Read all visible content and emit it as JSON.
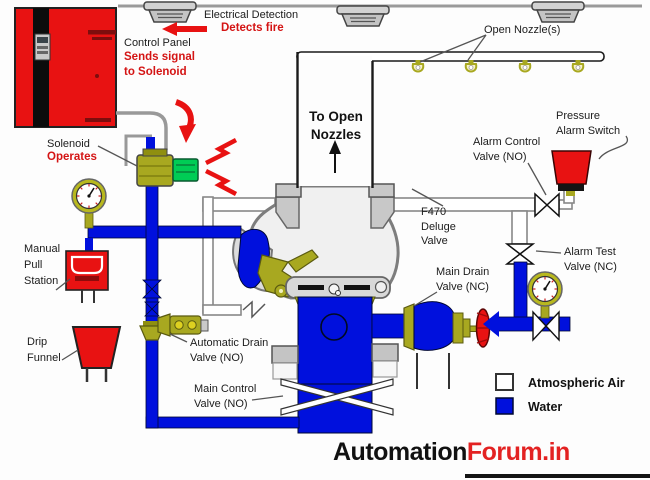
{
  "labels": {
    "electrical_detection": "Electrical Detection",
    "detects_fire": "Detects fire",
    "control_panel": "Control Panel",
    "sends_signal": "Sends signal\nto Solenoid",
    "solenoid": "Solenoid",
    "operates": "Operates",
    "manual_pull_station": "Manual\nPull\nStation",
    "drip_funnel": "Drip\nFunnel",
    "to_open_nozzles": "To Open\nNozzles",
    "open_nozzles": "Open Nozzle(s)",
    "pressure_alarm_switch": "Pressure\nAlarm Switch",
    "alarm_control_valve": "Alarm Control\nValve (NO)",
    "f470_deluge_valve": "F470\nDeluge\nValve",
    "alarm_test_valve": "Alarm Test\nValve (NC)",
    "main_drain_valve": "Main Drain\nValve (NC)",
    "automatic_drain_valve": "Automatic Drain\nValve (NO)",
    "main_control_valve": "Main Control\nValve (NO)"
  },
  "legend": {
    "atmospheric_air": "Atmospheric Air",
    "water": "Water"
  },
  "branding": {
    "black": "Automation",
    "red": "Forum.in"
  },
  "colors": {
    "water_blue": "#0010dd",
    "atmospheric_white": "#ffffff",
    "alert_red": "#e81212",
    "brass_olive": "#a8a820",
    "solenoid_green": "#00cc55",
    "pipe_gray": "#888888"
  }
}
